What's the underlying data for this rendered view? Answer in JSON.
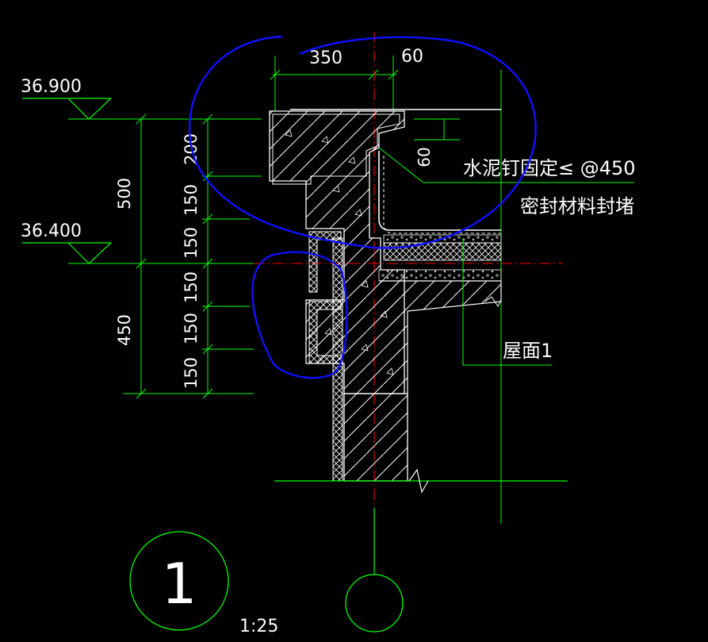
{
  "colors": {
    "background": "#000000",
    "dimension_lines": "#00ff00",
    "outline": "#ffffff",
    "hatch": "#ffffff",
    "axis_line": "#ff0000",
    "markup": "#0000ff"
  },
  "elevations": {
    "top": "36.900",
    "mid": "36.400"
  },
  "dimensions": {
    "top_width": "350",
    "top_offset": "60",
    "total_upper": "500",
    "total_lower": "450",
    "seg_200": "200",
    "seg_150_a": "150",
    "seg_150_b": "150",
    "seg_150_c": "150",
    "seg_150_d": "150",
    "seg_150_e": "150",
    "lap_60": "60"
  },
  "annotations": {
    "nail_fix": "水泥钉固定≤    @450",
    "sealant": "密封材料封堵",
    "roof": "屋面1"
  },
  "detail_marker": {
    "number": "1",
    "scale": "1:25"
  }
}
